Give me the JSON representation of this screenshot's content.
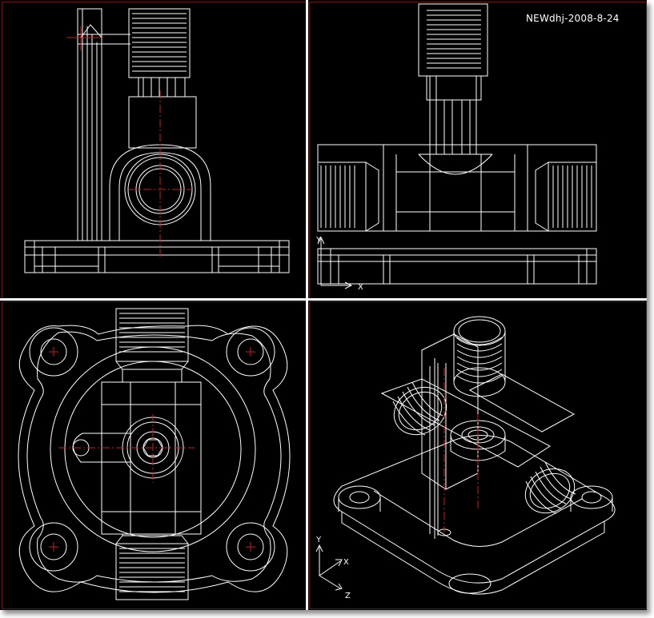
{
  "watermark": "NEWdhj-2008-8-24",
  "viewports": {
    "top_left": {
      "view": "front"
    },
    "top_right": {
      "view": "side",
      "ucs_labels": {
        "x": "X",
        "y": "Y"
      }
    },
    "bottom_left": {
      "view": "top"
    },
    "bottom_right": {
      "view": "isometric",
      "ucs_labels": {
        "x": "X",
        "y": "Y",
        "z": "Z"
      }
    }
  },
  "colors": {
    "background": "#000000",
    "geometry": "#ffffff",
    "centerline": "#c81e1e",
    "viewport_border": "#6a1010"
  }
}
